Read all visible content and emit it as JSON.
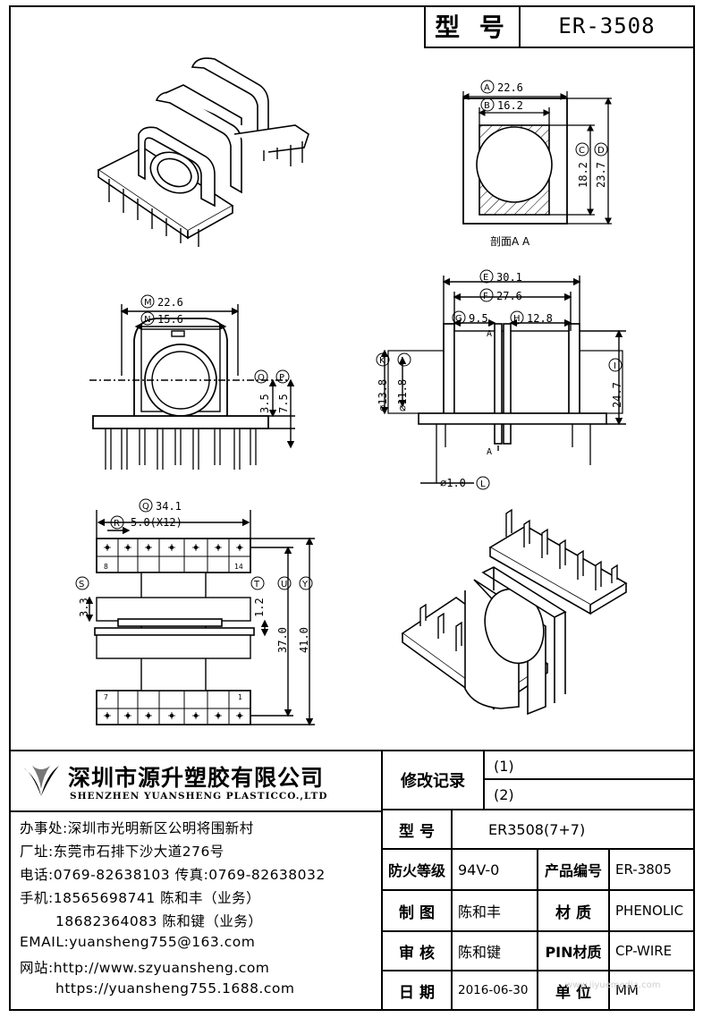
{
  "title": {
    "label": "型 号",
    "part_no": "ER-3508"
  },
  "views": {
    "section_aa": {
      "dims": [
        {
          "tag": "A",
          "value": "22.6"
        },
        {
          "tag": "B",
          "value": "16.2"
        },
        {
          "tag": "C",
          "value": "18.2"
        },
        {
          "tag": "D",
          "value": "23.7"
        }
      ],
      "caption": "剖面A A"
    },
    "front": {
      "dims": [
        {
          "tag": "M",
          "value": "22.6"
        },
        {
          "tag": "N",
          "value": "15.6"
        },
        {
          "tag": "O",
          "value": "3.5"
        },
        {
          "tag": "P",
          "value": "7.5"
        }
      ]
    },
    "side": {
      "dims": [
        {
          "tag": "E",
          "value": "30.1"
        },
        {
          "tag": "F",
          "value": "27.6"
        },
        {
          "tag": "G",
          "value": "9.5"
        },
        {
          "tag": "H",
          "value": "12.8"
        },
        {
          "tag": "K",
          "value": "⌀13.8"
        },
        {
          "tag": "J",
          "value": "⌀11.8"
        },
        {
          "tag": "I",
          "value": "24.7"
        },
        {
          "tag": "L",
          "value": "⌀1.0"
        }
      ],
      "section_mark": "A"
    },
    "bottom": {
      "dims": [
        {
          "tag": "Q",
          "value": "34.1"
        },
        {
          "tag": "R",
          "value": "5.0(X12)"
        },
        {
          "tag": "S",
          "value": "3.3"
        },
        {
          "tag": "T",
          "value": "1.2"
        },
        {
          "tag": "U",
          "value": "37.0"
        },
        {
          "tag": "Y",
          "value": "41.0"
        }
      ],
      "pin_numbers": [
        "8",
        "14",
        "7",
        "1"
      ]
    }
  },
  "company": {
    "name_cn": "深圳市源升塑胶有限公司",
    "name_en": "SHENZHEN YUANSHENG PLASTICCO.,LTD",
    "lines": [
      "办事处:深圳市光明新区公明将围新村",
      "厂址:东莞市石排下沙大道276号",
      "电话:0769-82638103 传真:0769-82638032",
      "手机:18565698741 陈和丰（业务）",
      "18682364083 陈和键（业务）",
      "EMAIL:yuansheng755@163.com",
      "网站:http://www.szyuansheng.com",
      "https://yuansheng755.1688.com"
    ]
  },
  "revision": {
    "label": "修改记录",
    "rows": [
      "(1)",
      "(2)"
    ]
  },
  "spec": {
    "model_label": "型 号",
    "model_value": "ER3508(7+7)",
    "fire_label": "防火等级",
    "fire_value": "94V-0",
    "product_no_label": "产品编号",
    "product_no_value": "ER-3805",
    "drawn_label": "制 图",
    "drawn_value": "陈和丰",
    "material_label": "材 质",
    "material_value": "PHENOLIC",
    "check_label": "审 核",
    "check_value": "陈和键",
    "pin_material_label": "PIN材质",
    "pin_material_value": "CP-WIRE",
    "date_label": "日 期",
    "date_value": "2016-06-30",
    "unit_label": "单 位",
    "unit_value": "MM"
  },
  "watermark": "www.jiyuemedia.com"
}
